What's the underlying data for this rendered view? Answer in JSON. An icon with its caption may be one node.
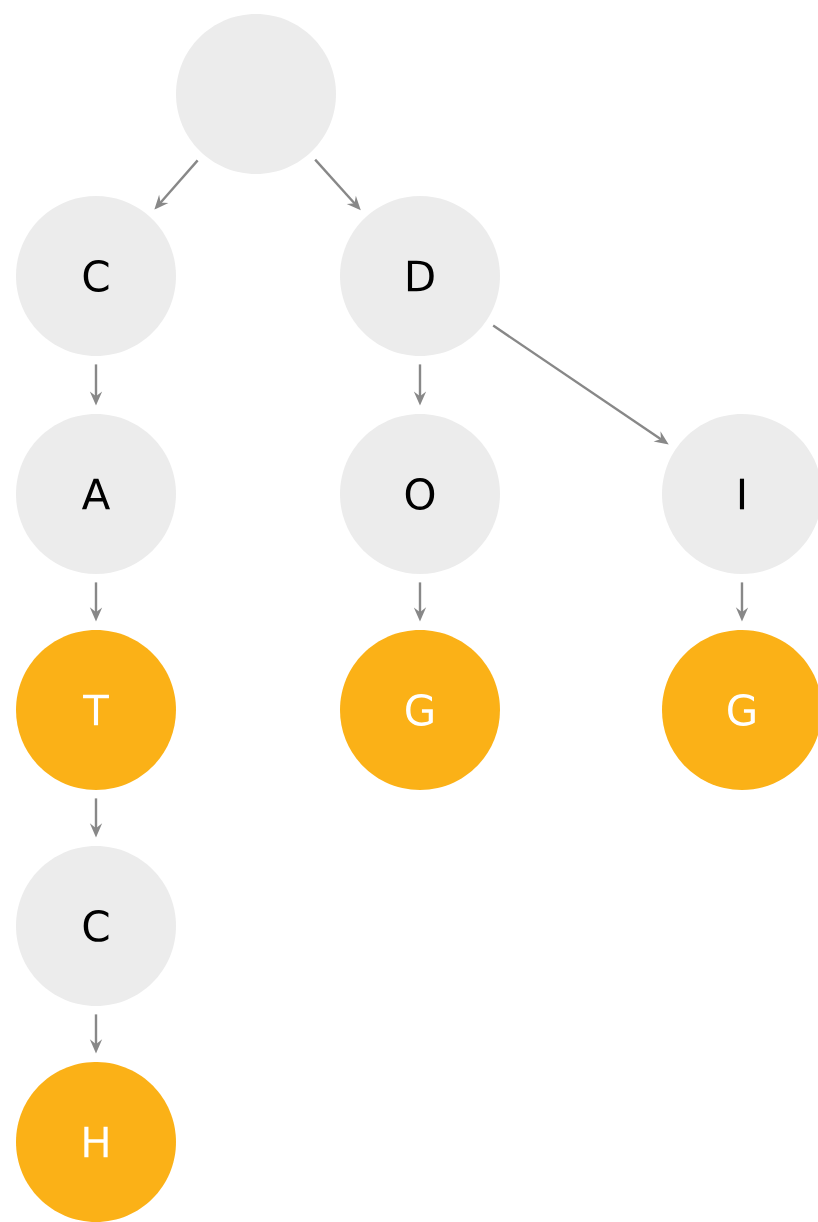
{
  "diagram": {
    "nodes": [
      {
        "text": [],
        "shape": "circle"
      },
      {
        "text": [
          "C"
        ]
      },
      {
        "text": [
          "D"
        ]
      },
      {
        "text": [
          "A"
        ]
      },
      {
        "text": [
          "O"
        ]
      },
      {
        "text": [
          "I"
        ]
      },
      {
        "text": [
          "T"
        ]
      },
      {
        "text": [
          "G"
        ]
      },
      {
        "text": [
          "G"
        ]
      },
      {
        "text": [
          "C"
        ]
      },
      {
        "text": [
          "H"
        ]
      }
    ],
    "edges": [
      {
        "from": 0,
        "to": 1,
        "arrow": "to"
      },
      {
        "from": 0,
        "to": 2,
        "arrow": "to"
      },
      {
        "from": 1,
        "to": 3,
        "arrow": "to"
      },
      {
        "from": 2,
        "to": 4,
        "arrow": "to"
      },
      {
        "from": 2,
        "to": 5,
        "arrow": "to"
      },
      {
        "from": 3,
        "to": 6,
        "arrow": "to"
      },
      {
        "from": 4,
        "to": 7,
        "arrow": "to"
      },
      {
        "from": 5,
        "to": 8,
        "arrow": "to"
      },
      {
        "from": 6,
        "to": 9,
        "arrow": "to"
      },
      {
        "from": 9,
        "to": 10,
        "arrow": "to"
      }
    ]
  }
}
